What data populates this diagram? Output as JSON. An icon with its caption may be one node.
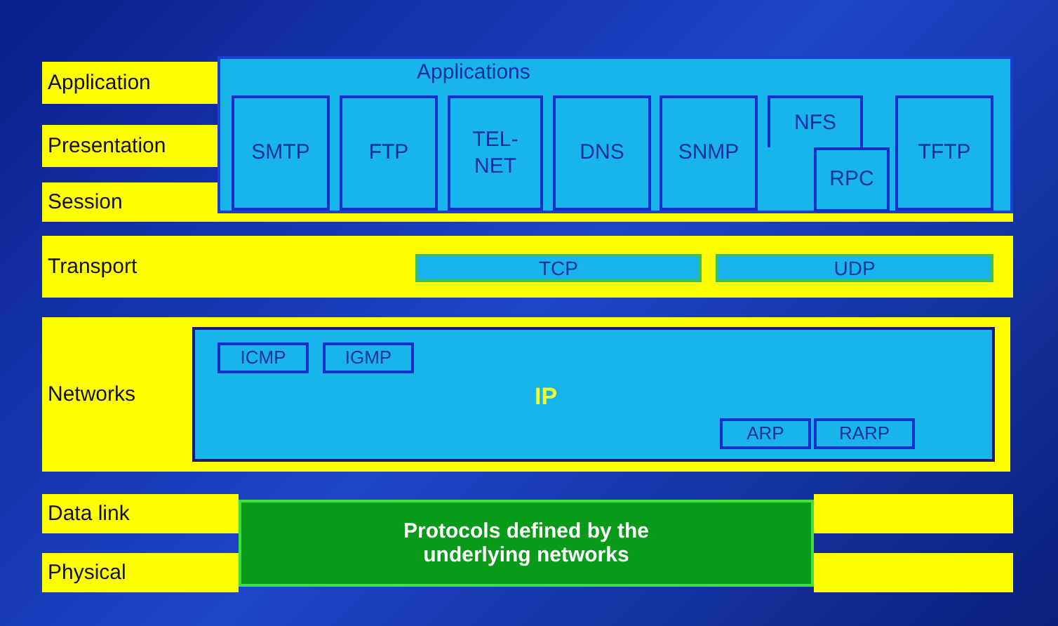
{
  "diagram": {
    "nodes": [
      {
        "text": [
          "Application"
        ]
      },
      {
        "text": [
          "Presentation"
        ]
      },
      {
        "text": [
          "Session"
        ]
      },
      {
        "text": [
          "Applications"
        ]
      },
      {
        "text": [
          "SMTP"
        ],
        "in": 3
      },
      {
        "text": [
          "FTP"
        ],
        "in": 3
      },
      {
        "text": [
          "TEL- NET"
        ],
        "in": 3
      },
      {
        "text": [
          "DNS"
        ],
        "in": 3
      },
      {
        "text": [
          "SNMP"
        ],
        "in": 3
      },
      {
        "text": [
          "NFS"
        ],
        "in": 3
      },
      {
        "text": [
          "RPC"
        ],
        "in": 3
      },
      {
        "text": [
          "TFTP"
        ],
        "in": 3
      },
      {
        "text": [
          "Transport"
        ]
      },
      {
        "text": [
          "TCP"
        ],
        "in": 12
      },
      {
        "text": [
          "UDP"
        ],
        "in": 12
      },
      {
        "text": [
          "Networks"
        ]
      },
      {
        "text": [
          "IP"
        ],
        "in": 15
      },
      {
        "text": [
          "ICMP"
        ],
        "in": 16
      },
      {
        "text": [
          "IGMP"
        ],
        "in": 16
      },
      {
        "text": [
          "ARP"
        ],
        "in": 16
      },
      {
        "text": [
          "RARP"
        ],
        "in": 16
      },
      {
        "text": [
          "Data link"
        ]
      },
      {
        "text": [
          "Physical"
        ]
      },
      {
        "text": [
          "Protocols defined by the underlying networks"
        ]
      }
    ]
  }
}
